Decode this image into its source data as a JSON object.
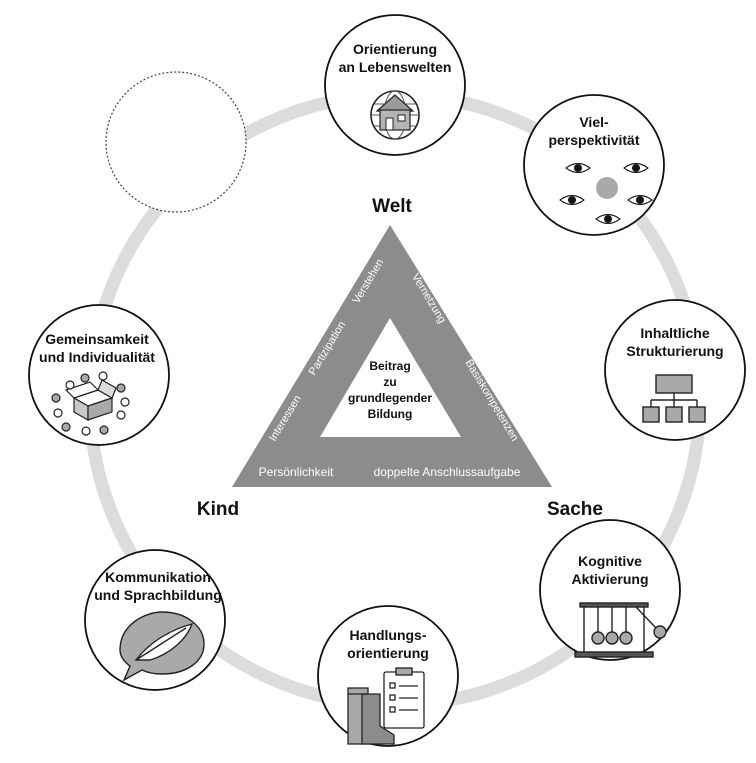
{
  "corners": {
    "top": "Welt",
    "left": "Kind",
    "right": "Sache"
  },
  "center": [
    "Beitrag",
    "zu",
    "grundlegender",
    "Bildung"
  ],
  "triangle_left_edge": [
    "Interessen",
    "Partizipation",
    "Verstehen"
  ],
  "triangle_right_edge": [
    "Vernetzung",
    "Basiskompetenzen"
  ],
  "triangle_bottom_edge": [
    "Persönlichkeit",
    "doppelte Anschlussaufgabe"
  ],
  "principles": [
    {
      "lines": [
        "Orientierung",
        "an Lebenswelten"
      ],
      "icon": "house-globe-icon"
    },
    {
      "lines": [
        "Viel-",
        "perspektivität"
      ],
      "icon": "eyes-icon"
    },
    {
      "lines": [
        "Inhaltliche",
        "Strukturierung"
      ],
      "icon": "hierarchy-icon"
    },
    {
      "lines": [
        "Kognitive",
        "Aktivierung"
      ],
      "icon": "newtons-cradle-icon"
    },
    {
      "lines": [
        "Handlungs-",
        "orientierung"
      ],
      "icon": "boots-clipboard-icon"
    },
    {
      "lines": [
        "Kommunikation",
        "und Sprachbildung"
      ],
      "icon": "speech-bubble-feather-icon"
    },
    {
      "lines": [
        "Gemeinsamkeit",
        "und Individualität"
      ],
      "icon": "box-circles-icon"
    }
  ],
  "colors": {
    "ring": "#dcdcdc",
    "triangle": "#8c8c8c",
    "node_border": "#111111",
    "icon_gray": "#a9a9a9"
  }
}
